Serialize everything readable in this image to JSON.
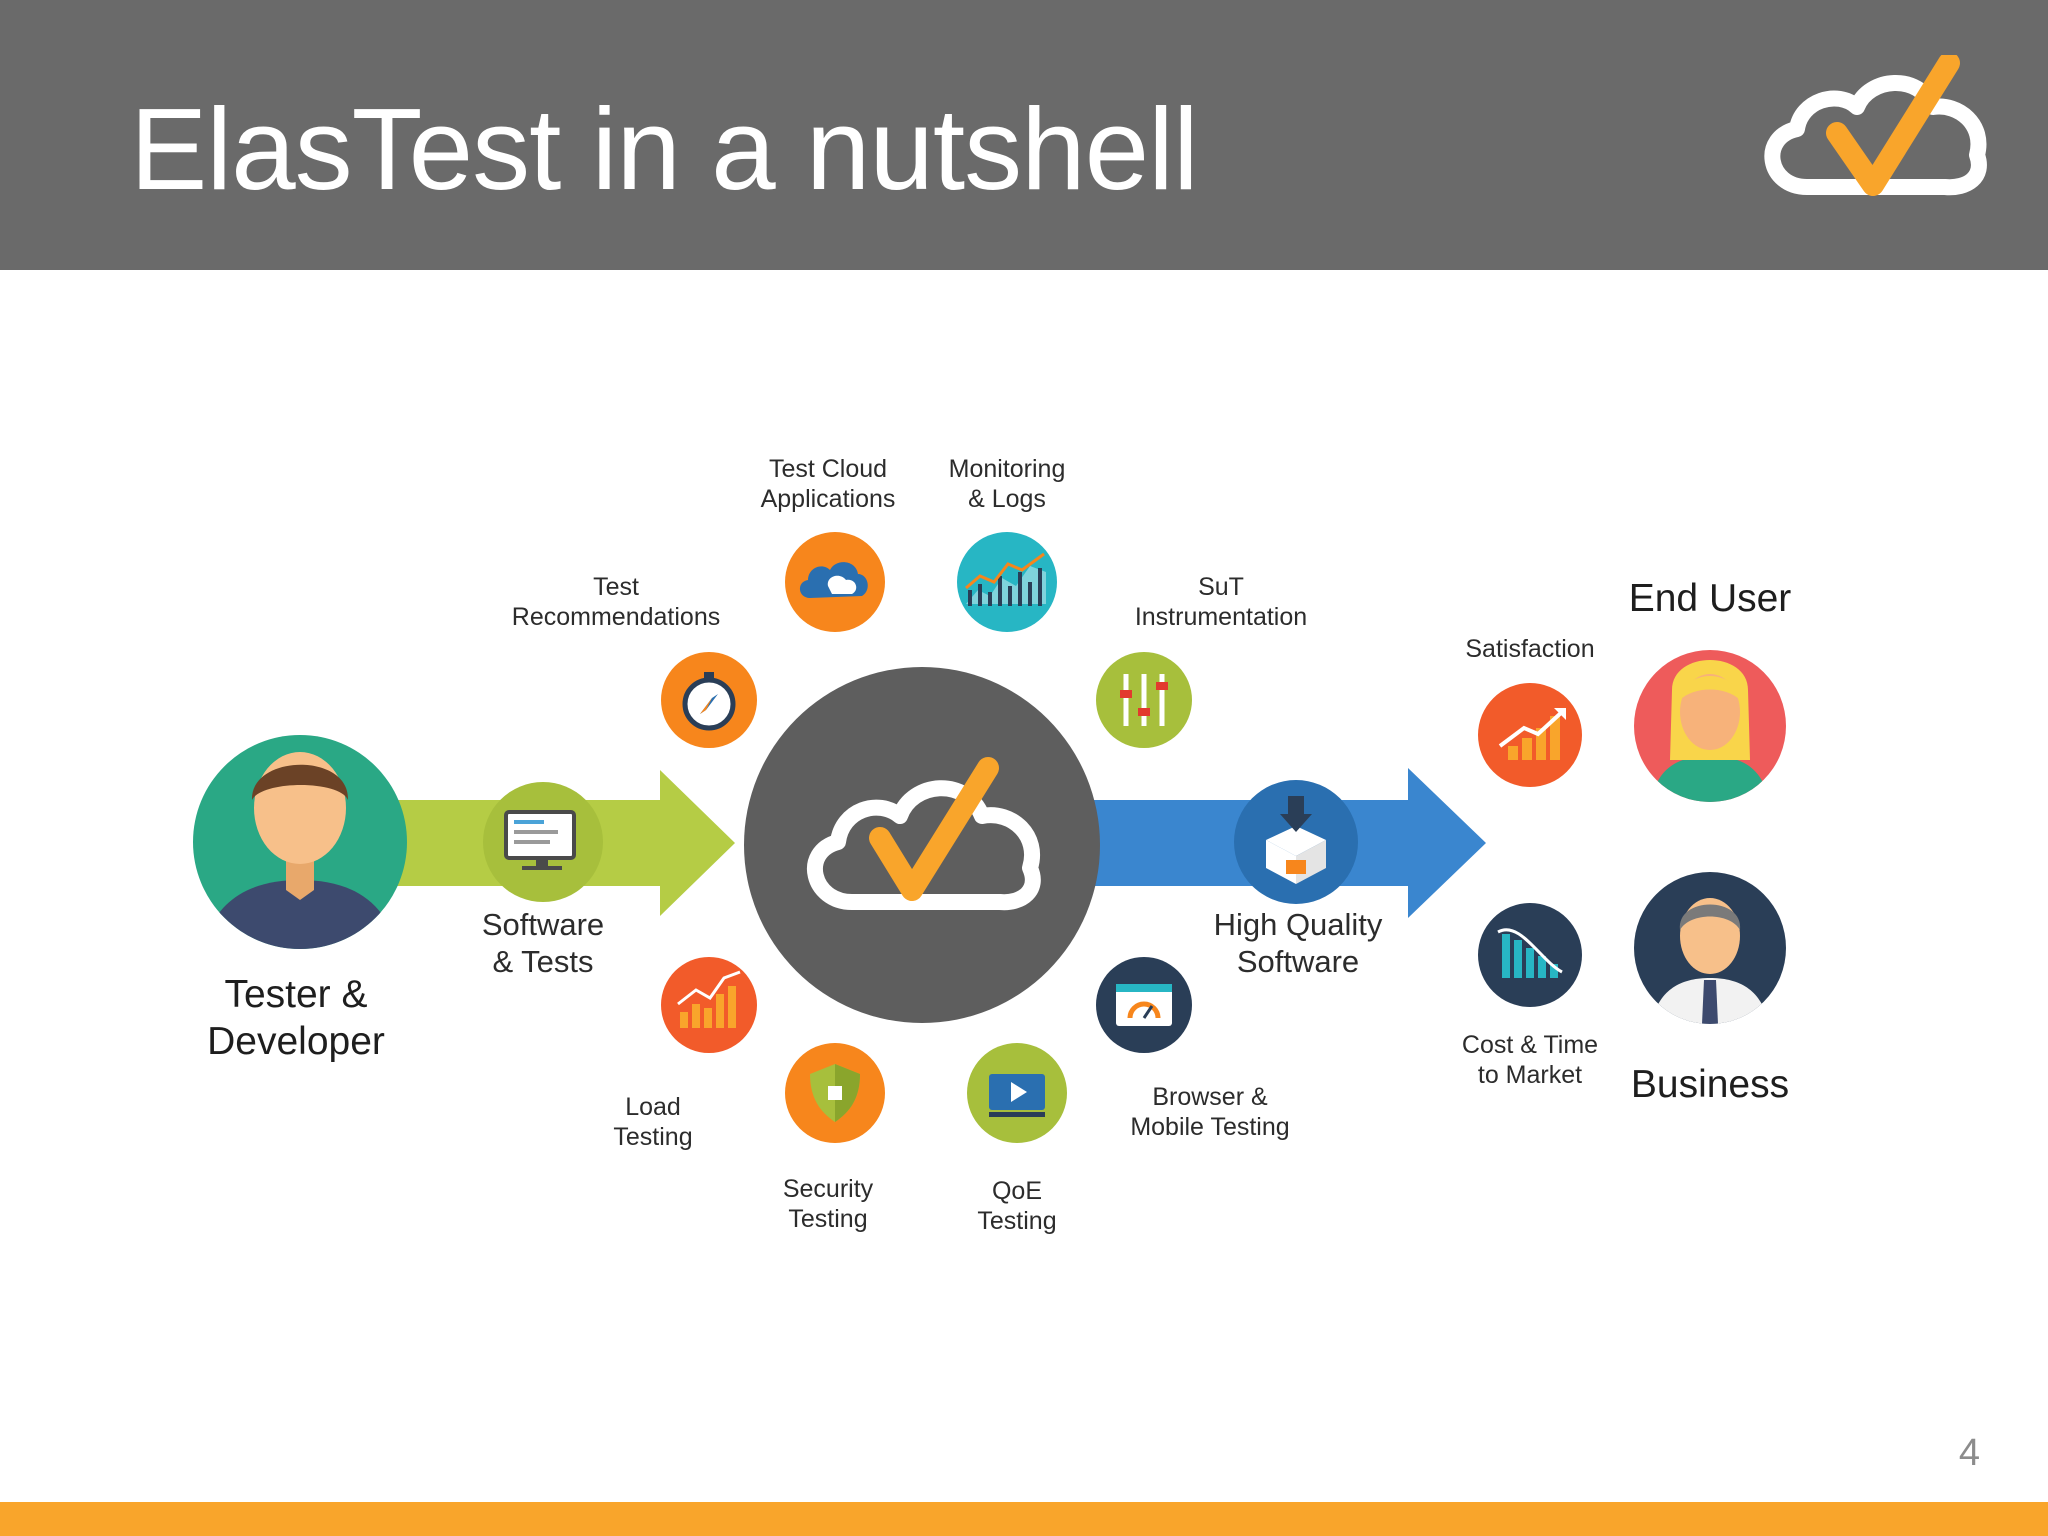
{
  "slide": {
    "title": "ElasTest in a nutshell",
    "page_number": "4"
  },
  "colors": {
    "header_bg": "#6a6a6a",
    "footer_bar": "#f9a52b",
    "green_arrow": "#b5cc45",
    "blue_arrow": "#3a86cf",
    "center_circle": "#5e5e5e",
    "orange": "#f7861c",
    "teal": "#27b6c4",
    "navy": "#2a3e57",
    "check_orange": "#f9a52b"
  },
  "diagram": {
    "actors": {
      "tester": {
        "line1": "Tester &",
        "line2": "Developer"
      },
      "end_user": {
        "label": "End User"
      },
      "business": {
        "label": "Business"
      }
    },
    "flow": {
      "input": {
        "line1": "Software",
        "line2": "& Tests"
      },
      "output": {
        "line1": "High Quality",
        "line2": "Software"
      }
    },
    "services": [
      {
        "line1": "Test Cloud",
        "line2": "Applications",
        "icon": "cloud-icon"
      },
      {
        "line1": "Monitoring",
        "line2": "& Logs",
        "icon": "monitoring-chart-icon"
      },
      {
        "line1": "Test",
        "line2": "Recommendations",
        "icon": "compass-icon"
      },
      {
        "line1": "SuT",
        "line2": "Instrumentation",
        "icon": "sliders-icon"
      },
      {
        "line1": "Load",
        "line2": "Testing",
        "icon": "bar-chart-icon"
      },
      {
        "line1": "Browser &",
        "line2": "Mobile Testing",
        "icon": "browser-gauge-icon"
      },
      {
        "line1": "Security",
        "line2": "Testing",
        "icon": "shield-icon"
      },
      {
        "line1": "QoE",
        "line2": "Testing",
        "icon": "video-player-icon"
      }
    ],
    "benefits": [
      {
        "line1": "Satisfaction",
        "line2": "",
        "icon": "growth-chart-icon"
      },
      {
        "line1": "Cost & Time",
        "line2": "to Market",
        "icon": "declining-chart-icon"
      }
    ]
  }
}
